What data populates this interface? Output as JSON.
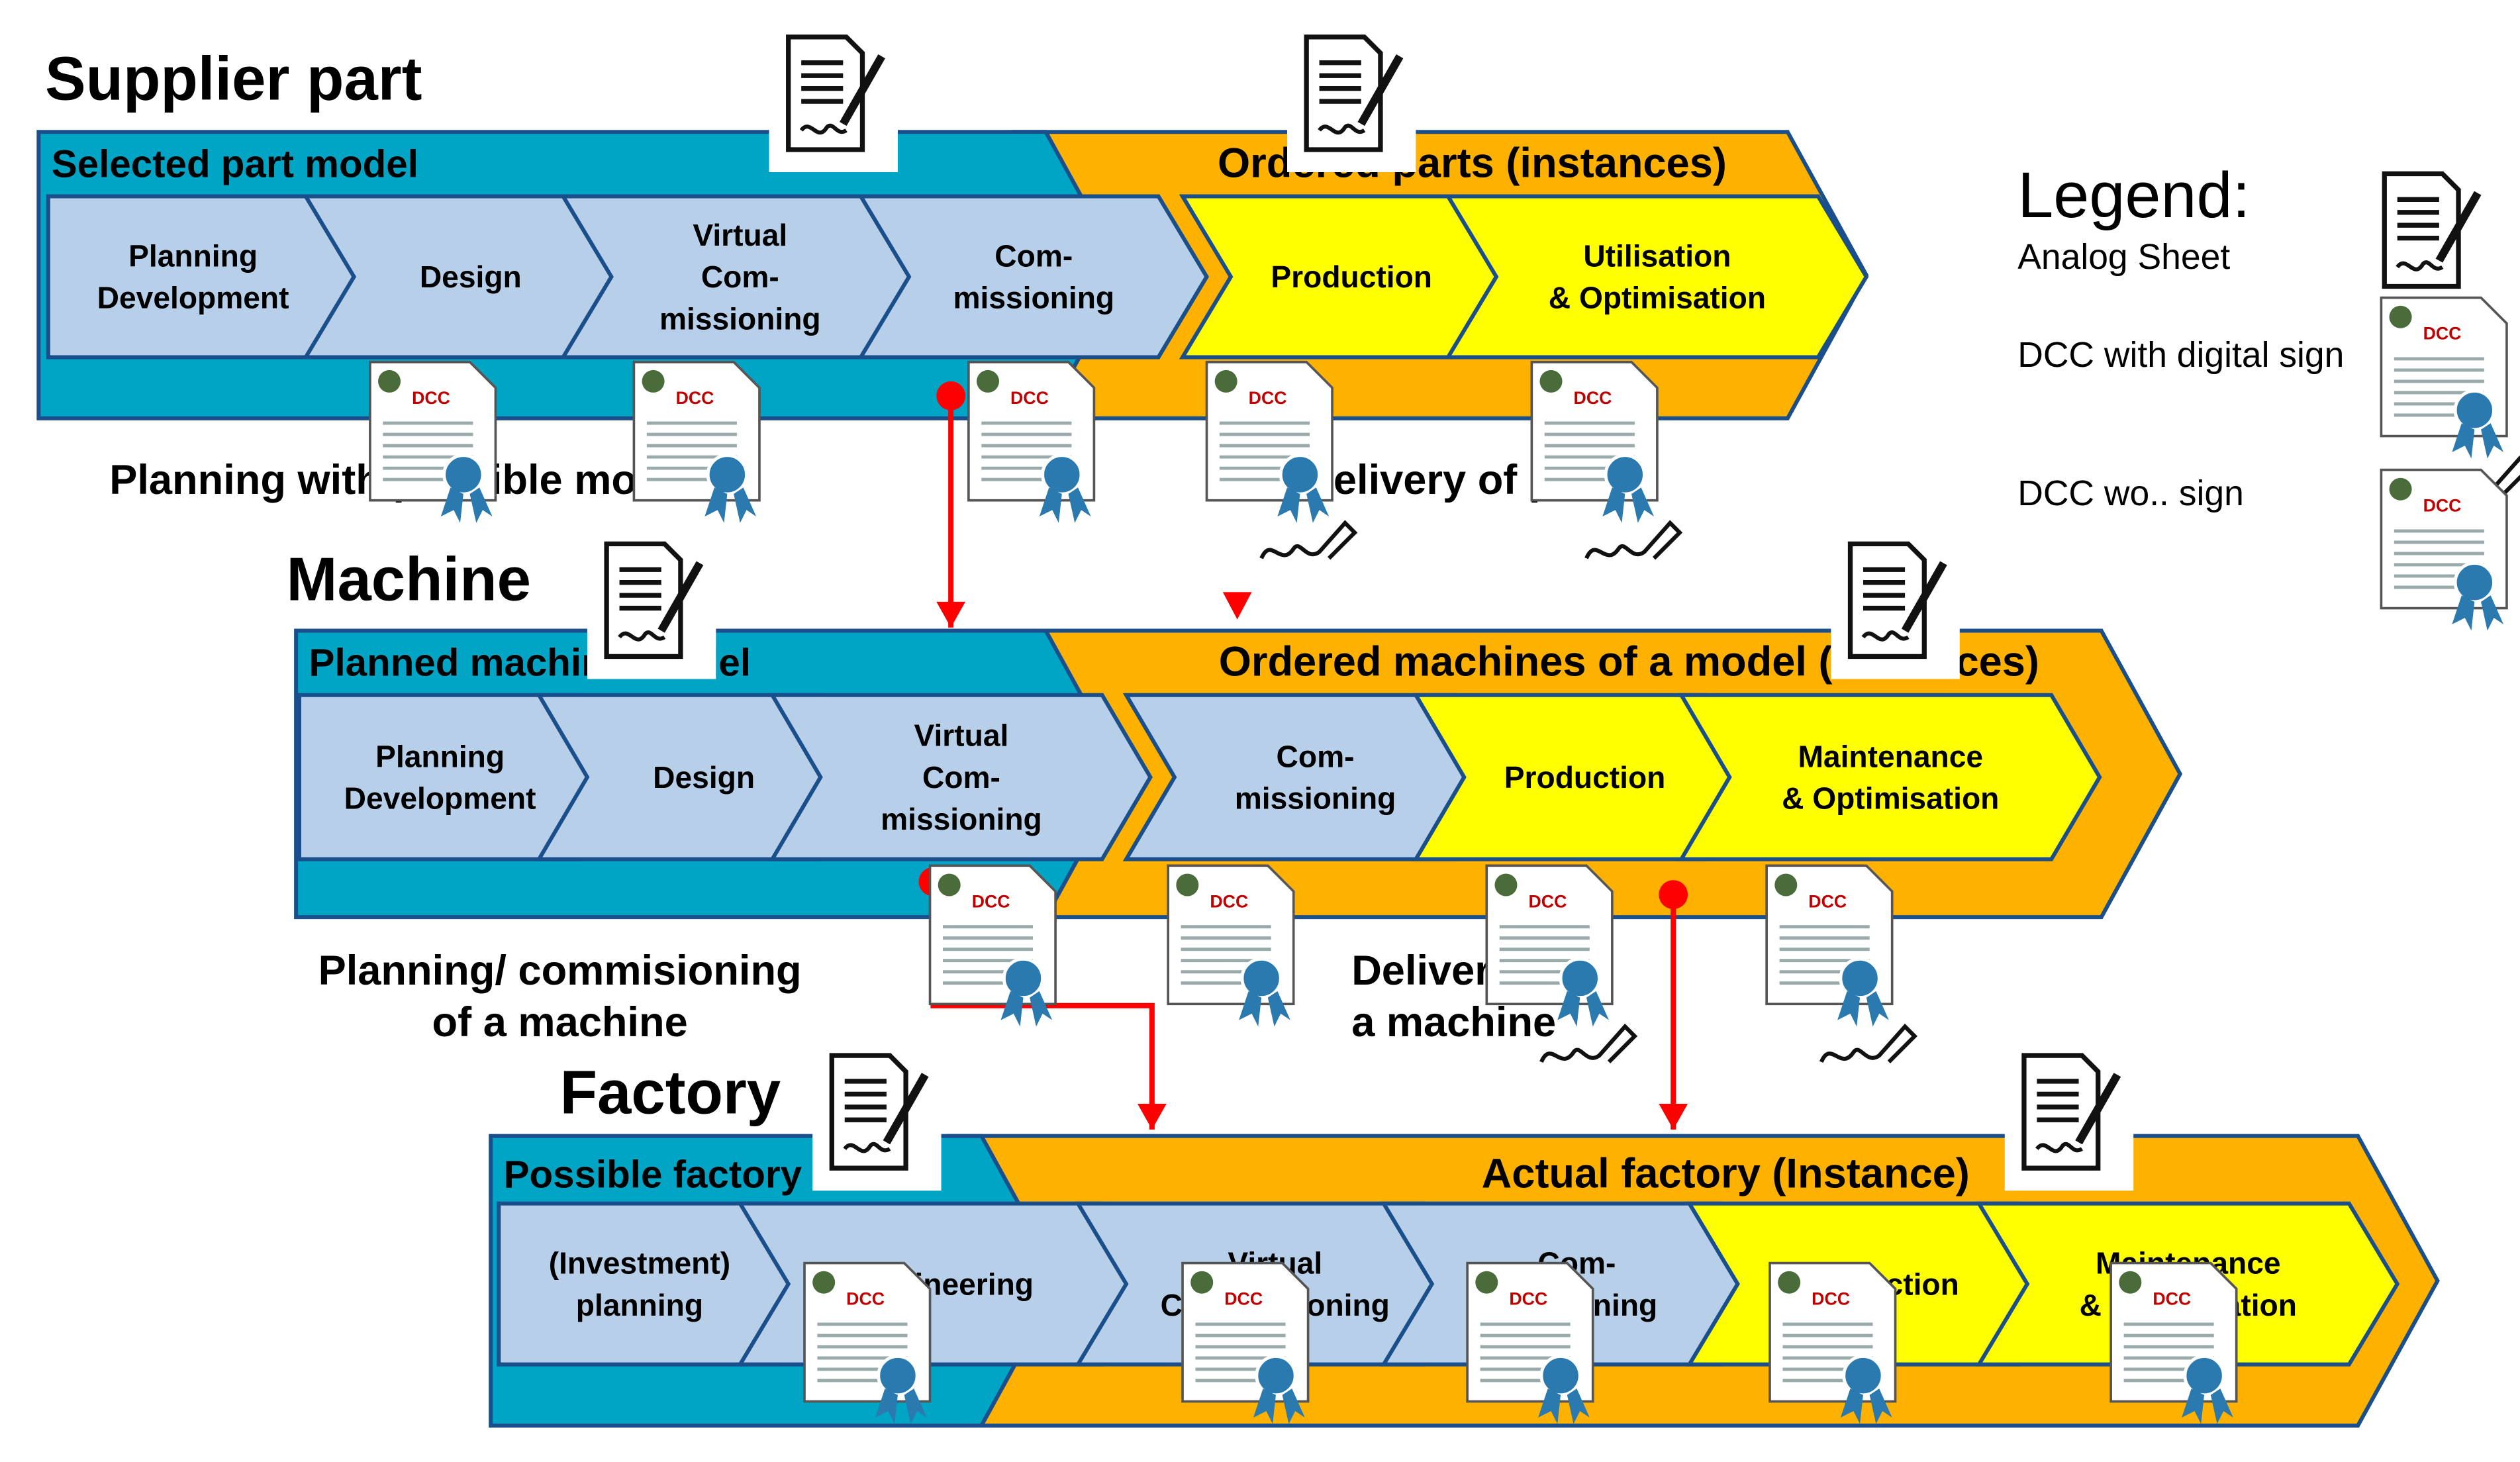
{
  "sections": {
    "supplier": {
      "title": "Supplier part",
      "model_phase": "Selected part model",
      "instance_phase": "Ordered parts (instances)",
      "steps": [
        [
          "Planning",
          "Development"
        ],
        [
          "Design"
        ],
        [
          "Virtual",
          "Com-",
          "missioning"
        ],
        [
          "Com-",
          "missioning"
        ],
        [
          "Production"
        ],
        [
          "Utilisation",
          "& Optimisation"
        ]
      ],
      "caption_left": "Planning with possible models",
      "caption_right": "Delivery of parts"
    },
    "machine": {
      "title": "Machine",
      "model_phase": "Planned machine model",
      "instance_phase": "Ordered machines of a model (instances)",
      "steps": [
        [
          "Planning",
          "Development"
        ],
        [
          "Design"
        ],
        [
          "Virtual",
          "Com-",
          "missioning"
        ],
        [
          "Com-",
          "missioning"
        ],
        [
          "Production"
        ],
        [
          "Maintenance",
          "& Optimisation"
        ]
      ],
      "caption_left": [
        "Planning/ commisioning",
        "of a machine"
      ],
      "caption_right": [
        "Delivery of",
        "a machine"
      ]
    },
    "factory": {
      "title": "Factory",
      "model_phase": "Possible factory",
      "instance_phase": "Actual factory (Instance)",
      "steps": [
        [
          "(Investment)",
          "planning"
        ],
        [
          "Engineering"
        ],
        [
          "Virtual",
          "Commissioning"
        ],
        [
          "Com-",
          "missioning"
        ],
        [
          "Production"
        ],
        [
          "Maintenance",
          "& Optimisation"
        ]
      ]
    }
  },
  "doc_badge": "DCC",
  "legend": {
    "title": "Legend:",
    "items": [
      "Analog Sheet",
      "DCC with digital sign",
      "DCC wo.. sign"
    ]
  },
  "colors": {
    "model_band": "#00a5c6",
    "instance_band": "#ffb100",
    "model_step": "#b7cfe8",
    "instance_step": "#ffff00",
    "outline": "#1a4f8c",
    "arrow": "#ff0000",
    "ribbon": "#2a7ab0"
  }
}
